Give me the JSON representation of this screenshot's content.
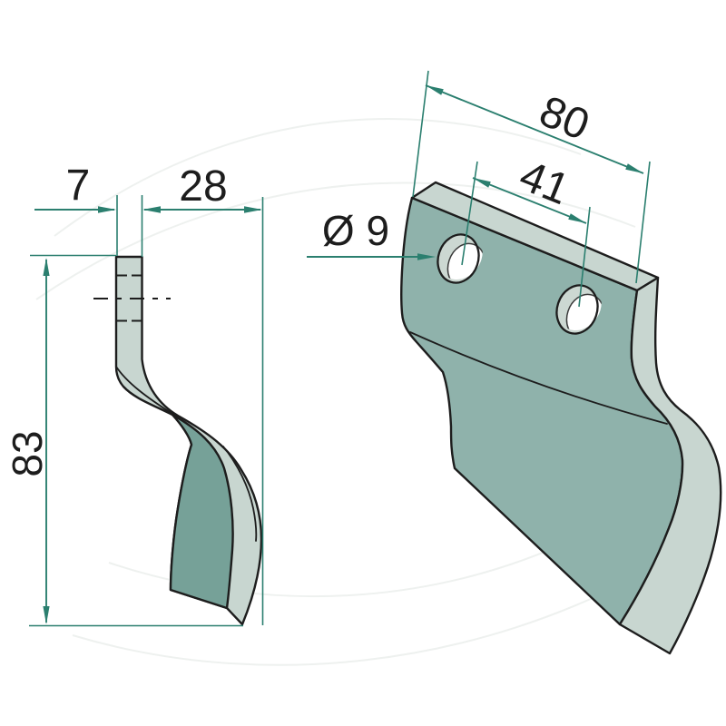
{
  "labels": {
    "thickness": "7",
    "depth": "28",
    "height": "83",
    "width": "80",
    "hole_spacing": "41",
    "hole_diameter": "Ø 9"
  },
  "colors": {
    "bg": "#ffffff",
    "ink": "#1d1d1d",
    "dim": "#2b7f6f",
    "face-light": "#c8d6d0",
    "face-mid": "#8fb2ab",
    "face-dark": "#76a198",
    "hole-inner": "#ccd8d2",
    "watermark": "#eef1ef"
  }
}
